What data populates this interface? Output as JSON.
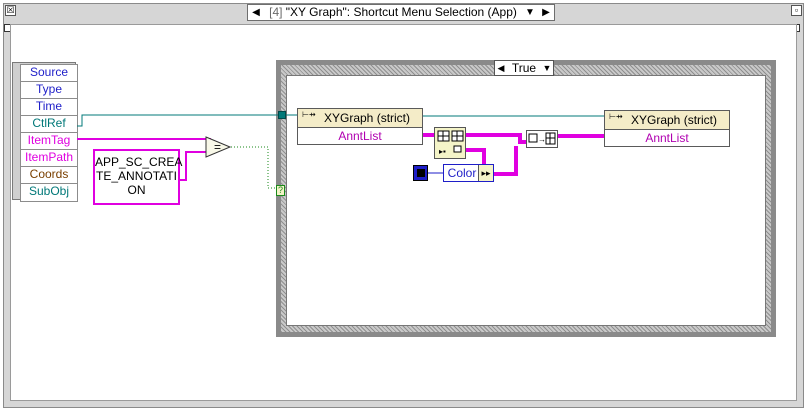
{
  "event_structure": {
    "selector_index": "[4]",
    "selector_label": "\"XY Graph\": Shortcut Menu Selection (App)",
    "left_arrow": "◀",
    "right_arrow": "▶",
    "dropdown": "▼",
    "event_data": [
      {
        "label": "Source",
        "color": "#1e1ec8"
      },
      {
        "label": "Type",
        "color": "#1e1ec8"
      },
      {
        "label": "Time",
        "color": "#1e1ec8"
      },
      {
        "label": "CtlRef",
        "color": "#007878"
      },
      {
        "label": "ItemTag",
        "color": "#e000e0"
      },
      {
        "label": "ItemPath",
        "color": "#e000e0"
      },
      {
        "label": "Coords",
        "color": "#7a4000"
      },
      {
        "label": "SubObj",
        "color": "#007878"
      }
    ]
  },
  "string_constant": {
    "line1": "APP_SC_CREA",
    "line2": "TE_ANNOTATI",
    "line3": "ON"
  },
  "equal_node": {
    "label": "="
  },
  "case_structure": {
    "selector_value": "True",
    "dropdown": "▼"
  },
  "property_node_read": {
    "class": "XYGraph (strict)",
    "property": "AnntList"
  },
  "property_node_write": {
    "class": "XYGraph (strict)",
    "property": "AnntList"
  },
  "bundle_color": {
    "label": "Color"
  },
  "colors": {
    "pink_wire": "#e000e0",
    "teal_wire": "#007878",
    "green_wire": "#1a8a1a",
    "frame_gray": "#8a8a8a"
  }
}
